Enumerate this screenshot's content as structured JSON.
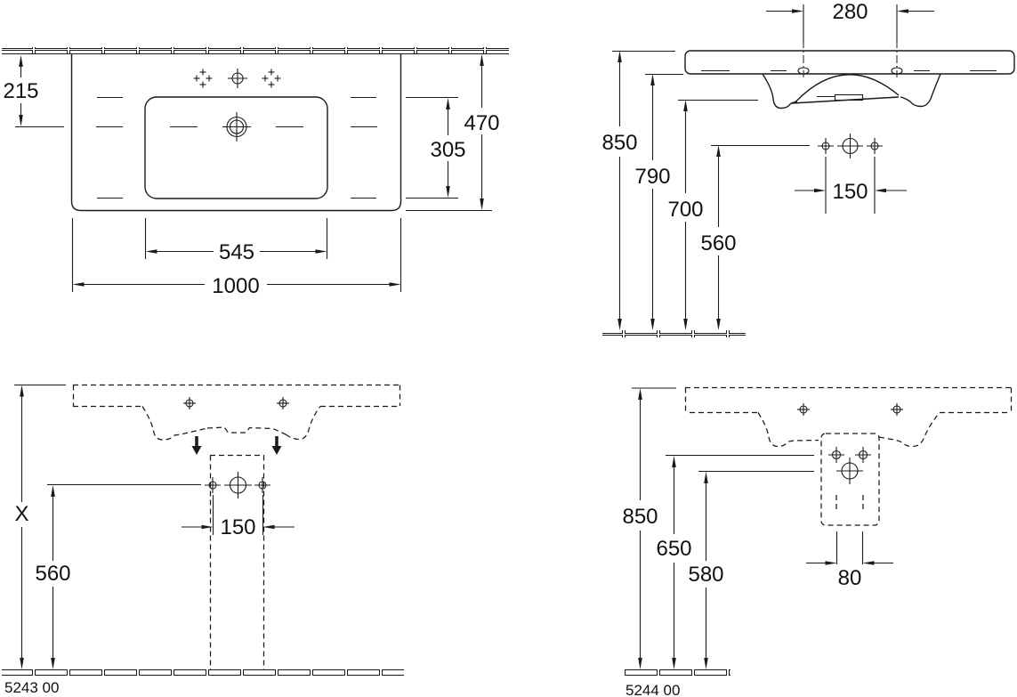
{
  "colors": {
    "line": "#1a1a1a",
    "background": "#ffffff"
  },
  "views": {
    "plan": {
      "dims": {
        "back_edge_to_tap_axis": "215",
        "overall_depth": "470",
        "bowl_depth": "305",
        "bowl_width": "545",
        "overall_width": "1000"
      }
    },
    "front_elevation": {
      "dims": {
        "fixing_hole_spacing": "280",
        "rim_height": "850",
        "underside_height": "790",
        "apron_height": "700",
        "connection_height": "560",
        "supply_spacing": "150"
      }
    },
    "installation_5243": {
      "product_code": "5243 00",
      "dims": {
        "rim_height": "X",
        "connection_height": "560",
        "supply_spacing": "150"
      }
    },
    "installation_5244": {
      "product_code": "5244 00",
      "dims": {
        "rim_height": "850",
        "supply_height": "650",
        "drain_height": "580",
        "drain_spacing": "80"
      }
    }
  }
}
